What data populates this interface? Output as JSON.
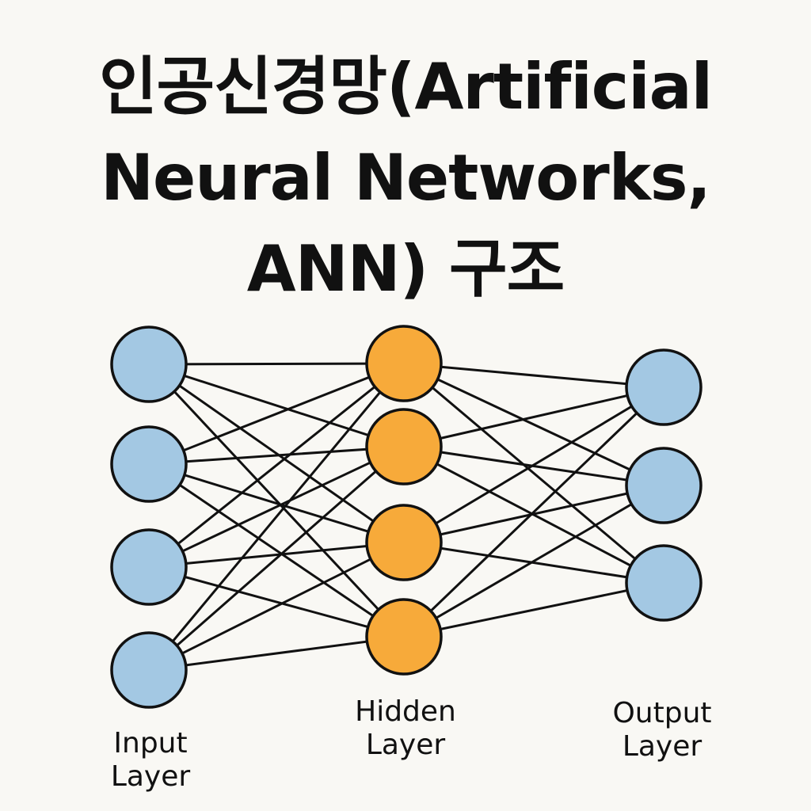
{
  "title": {
    "lines": [
      "인공신경망(Artificial",
      "Neural Networks,",
      "ANN) 구조"
    ]
  },
  "layers": [
    {
      "name": "input",
      "label_lines": [
        "Input",
        "Layer"
      ],
      "nodes": 4,
      "color": "#a3c8e3"
    },
    {
      "name": "hidden",
      "label_lines": [
        "Hidden",
        "Layer"
      ],
      "nodes": 4,
      "color": "#f7aa3a"
    },
    {
      "name": "output",
      "label_lines": [
        "Output",
        "Layer"
      ],
      "nodes": 3,
      "color": "#a3c8e3"
    }
  ],
  "colors": {
    "background": "#f9f8f4",
    "edge": "#111111",
    "node_outline": "#111111"
  },
  "connectivity": "fully-connected"
}
